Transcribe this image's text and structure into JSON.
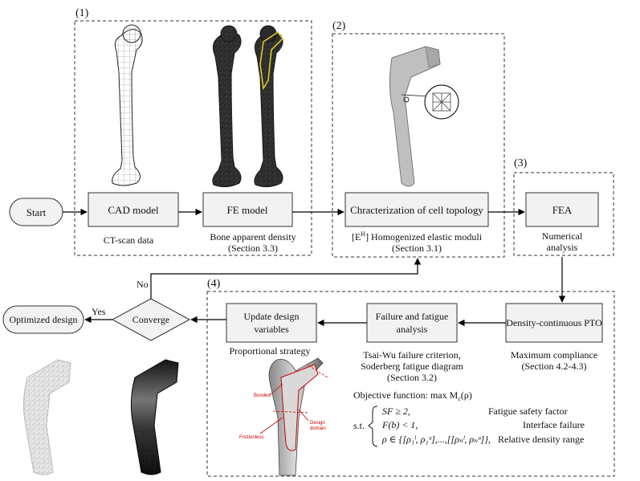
{
  "sections": {
    "s1": "(1)",
    "s2": "(2)",
    "s3": "(3)",
    "s4": "(4)"
  },
  "nodes": {
    "start": "Start",
    "cad": "CAD model",
    "fe": "FE model",
    "cell": "Chracterization of cell topology",
    "fea": "FEA",
    "pto": "Density-continuous PTO",
    "failure_l1": "Failure and fatigue",
    "failure_l2": "analysis",
    "update_l1": "Update design",
    "update_l2": "variables",
    "converge": "Converge",
    "optimized": "Optimized design"
  },
  "captions": {
    "ct_scan": "CT-scan data",
    "bone_density": "Bone apparent density",
    "bone_density_sec": "(Section 3.3)",
    "moduli": "[E",
    "moduli_sup": "H",
    "moduli_rest": "] Homogenized elastic moduli",
    "moduli_sec": "(Section 3.1)",
    "numerical_l1": "Numerical",
    "numerical_l2": "analysis",
    "max_compliance": "Maximum compliance",
    "max_compliance_sec": "(Section 4.2-4.3)",
    "tsai_wu": "Tsai-Wu failure criterion,",
    "soderberg": "Soderberg fatigue diagram",
    "tsai_sec": "(Section 3.2)",
    "proportional": "Proportional strategy"
  },
  "edges": {
    "yes": "Yes",
    "no": "No"
  },
  "implant_labels": {
    "bonded": "Bonded",
    "frictionless": "Frictionless",
    "design_l1": "Design",
    "design_l2": "domain"
  },
  "formulation": {
    "objective": "Objective  function:   max M",
    "objective_sub": "c",
    "objective_arg": "(ρ)",
    "st": "s.t.",
    "c1": "SF ≥ 2,",
    "c1_desc": "Fatigue  safety factor",
    "c2": "F(b) < 1,",
    "c2_desc": "Interface failure",
    "c3": "ρ ∈ {[ρ₁ˡ, ρ₁ᵘ],...,[[ρₙˡ, ρₙᵘ]},",
    "c3_desc": "Relative density range"
  }
}
